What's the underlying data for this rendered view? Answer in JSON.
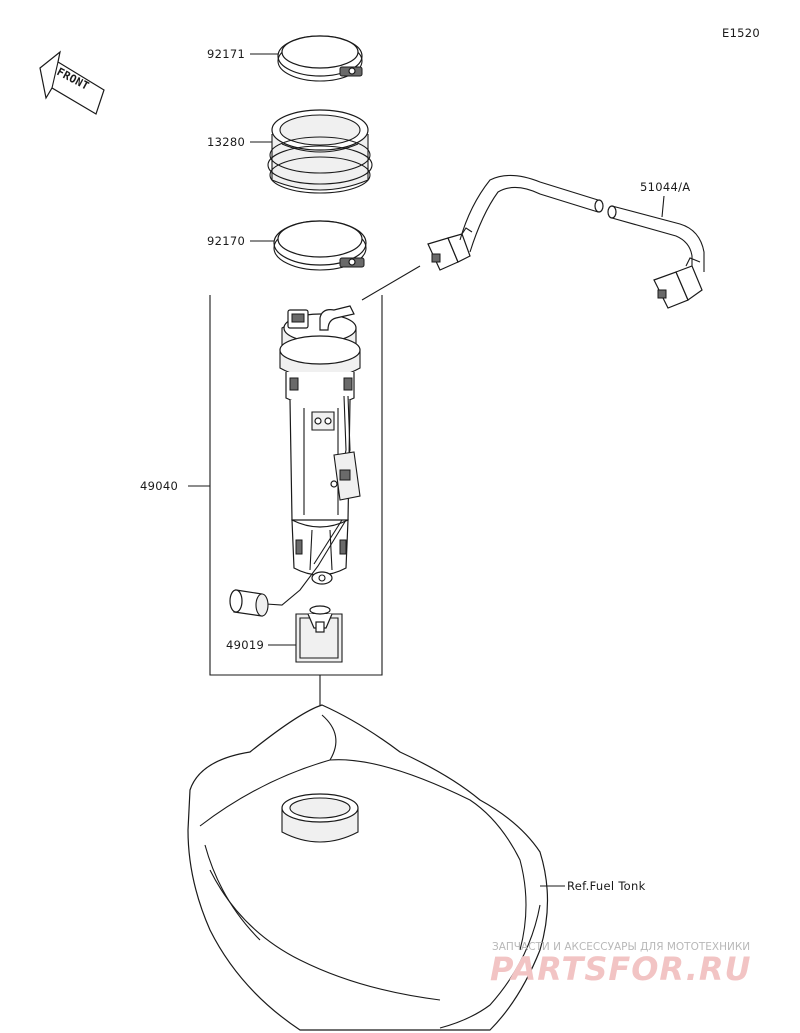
{
  "diagram": {
    "figure_code": "E1520",
    "front_label": "FRONT",
    "parts": [
      {
        "number": "92171"
      },
      {
        "number": "13280"
      },
      {
        "number": "92170"
      },
      {
        "number": "51044/A"
      },
      {
        "number": "49040"
      },
      {
        "number": "49019"
      }
    ],
    "reference_label": "Ref.Fuel Tonk"
  },
  "watermark": {
    "tagline": "ЗАПЧАСТИ И АКСЕССУАРЫ ДЛЯ МОТОТЕХНИКИ",
    "brand": "PARTSFOR.RU"
  }
}
